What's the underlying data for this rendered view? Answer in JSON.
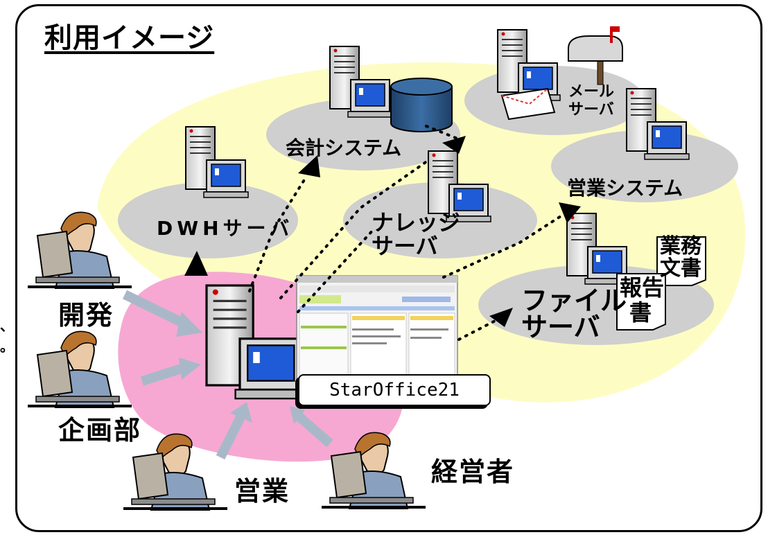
{
  "title": "利用イメージ",
  "product_label": "StarOffice21",
  "side_marks": [
    "、",
    "。"
  ],
  "servers": {
    "accounting": "会計システム",
    "dwh": "DWHサーバ",
    "mail_line1": "メール",
    "mail_line2": "サーバ",
    "sales_system": "営業システム",
    "knowledge_line1": "ナレッジ",
    "knowledge_line2": "サーバ",
    "file_line1": "ファイル",
    "file_line2": "サーバ"
  },
  "documents": {
    "business_line1": "業務",
    "business_line2": "文書",
    "report_line1": "報告",
    "report_line2": "書"
  },
  "users": {
    "dev": "開発",
    "planning": "企画部",
    "sales": "営業",
    "management": "経営者"
  },
  "colors": {
    "outer_zone": "#fdfdc3",
    "inner_zone": "#f6a8d2",
    "server_cloud": "#cfcfcf",
    "database": "#2f5b8a",
    "arrow": "#a9b8c8"
  }
}
